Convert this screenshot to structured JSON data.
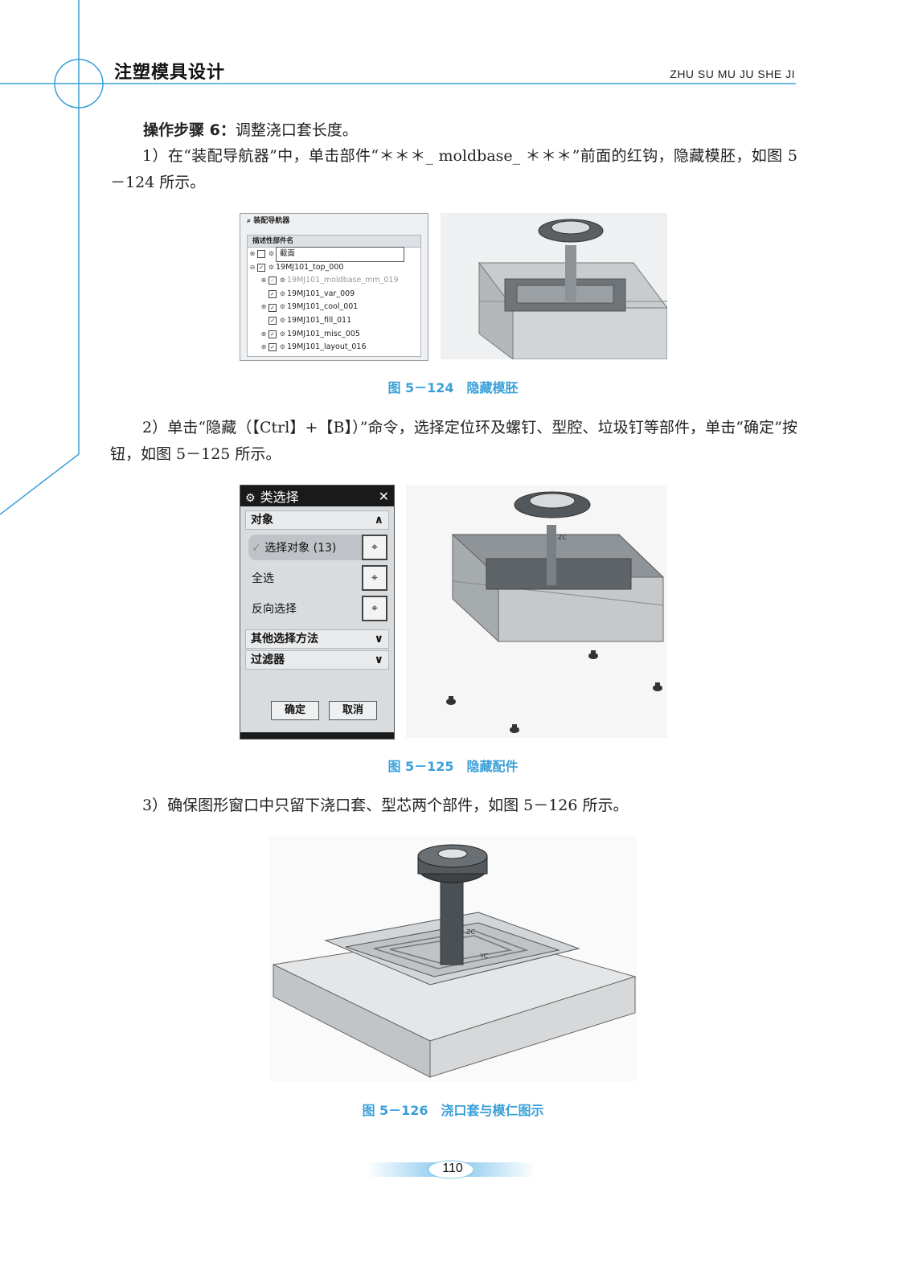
{
  "header": {
    "title": "注塑模具设计",
    "roman": "ZHU SU MU JU SHE JI"
  },
  "step": {
    "label": "操作步骤 6：",
    "text": "调整浇口套长度。"
  },
  "paragraphs": {
    "p1": "1）在“装配导航器”中，单击部件“＊＊＊_ moldbase_ ＊＊＊”前面的红钩，隐藏模胚，如图 5－124 所示。",
    "p2": "2）单击“隐藏（【Ctrl】+【B】）”命令，选择定位环及螺钉、型腔、垃圾钉等部件，单击“确定”按钮，如图 5－125 所示。",
    "p3": "3）确保图形窗口中只留下浇口套、型芯两个部件，如图 5－126 所示。"
  },
  "figure124": {
    "caption": "图 5－124　隐藏模胚",
    "navigator": {
      "title": "装配导航器",
      "column": "描述性部件名",
      "rows": [
        {
          "label": "截面",
          "state": "unchecked",
          "expand": "⊕"
        },
        {
          "label": "19MJ101_top_000",
          "state": "checked",
          "expand": "⊖"
        },
        {
          "label": "19MJ101_moldbase_mm_019",
          "state": "checked",
          "expand": "⊕"
        },
        {
          "label": "19MJ101_var_009",
          "state": "checked",
          "expand": ""
        },
        {
          "label": "19MJ101_cool_001",
          "state": "checked",
          "expand": "⊕"
        },
        {
          "label": "19MJ101_fill_011",
          "state": "checked",
          "expand": ""
        },
        {
          "label": "19MJ101_misc_005",
          "state": "checked",
          "expand": "⊕"
        },
        {
          "label": "19MJ101_layout_016",
          "state": "checked",
          "expand": "⊕"
        }
      ]
    }
  },
  "figure125": {
    "caption": "图 5－125　隐藏配件",
    "dialog": {
      "title": "类选择",
      "section_object": "对象",
      "select_objects": "选择对象 (13)",
      "select_all": "全选",
      "invert": "反向选择",
      "other_methods": "其他选择方法",
      "filter": "过滤器",
      "ok": "确定",
      "cancel": "取消"
    },
    "axis_label": "ZC"
  },
  "figure126": {
    "caption": "图 5－126　浇口套与模仁图示",
    "axis_z": "ZC",
    "axis_y": "YC"
  },
  "page_number": "110",
  "colors": {
    "accent": "#3aa0d8",
    "header_line": "#3aa0d8"
  }
}
